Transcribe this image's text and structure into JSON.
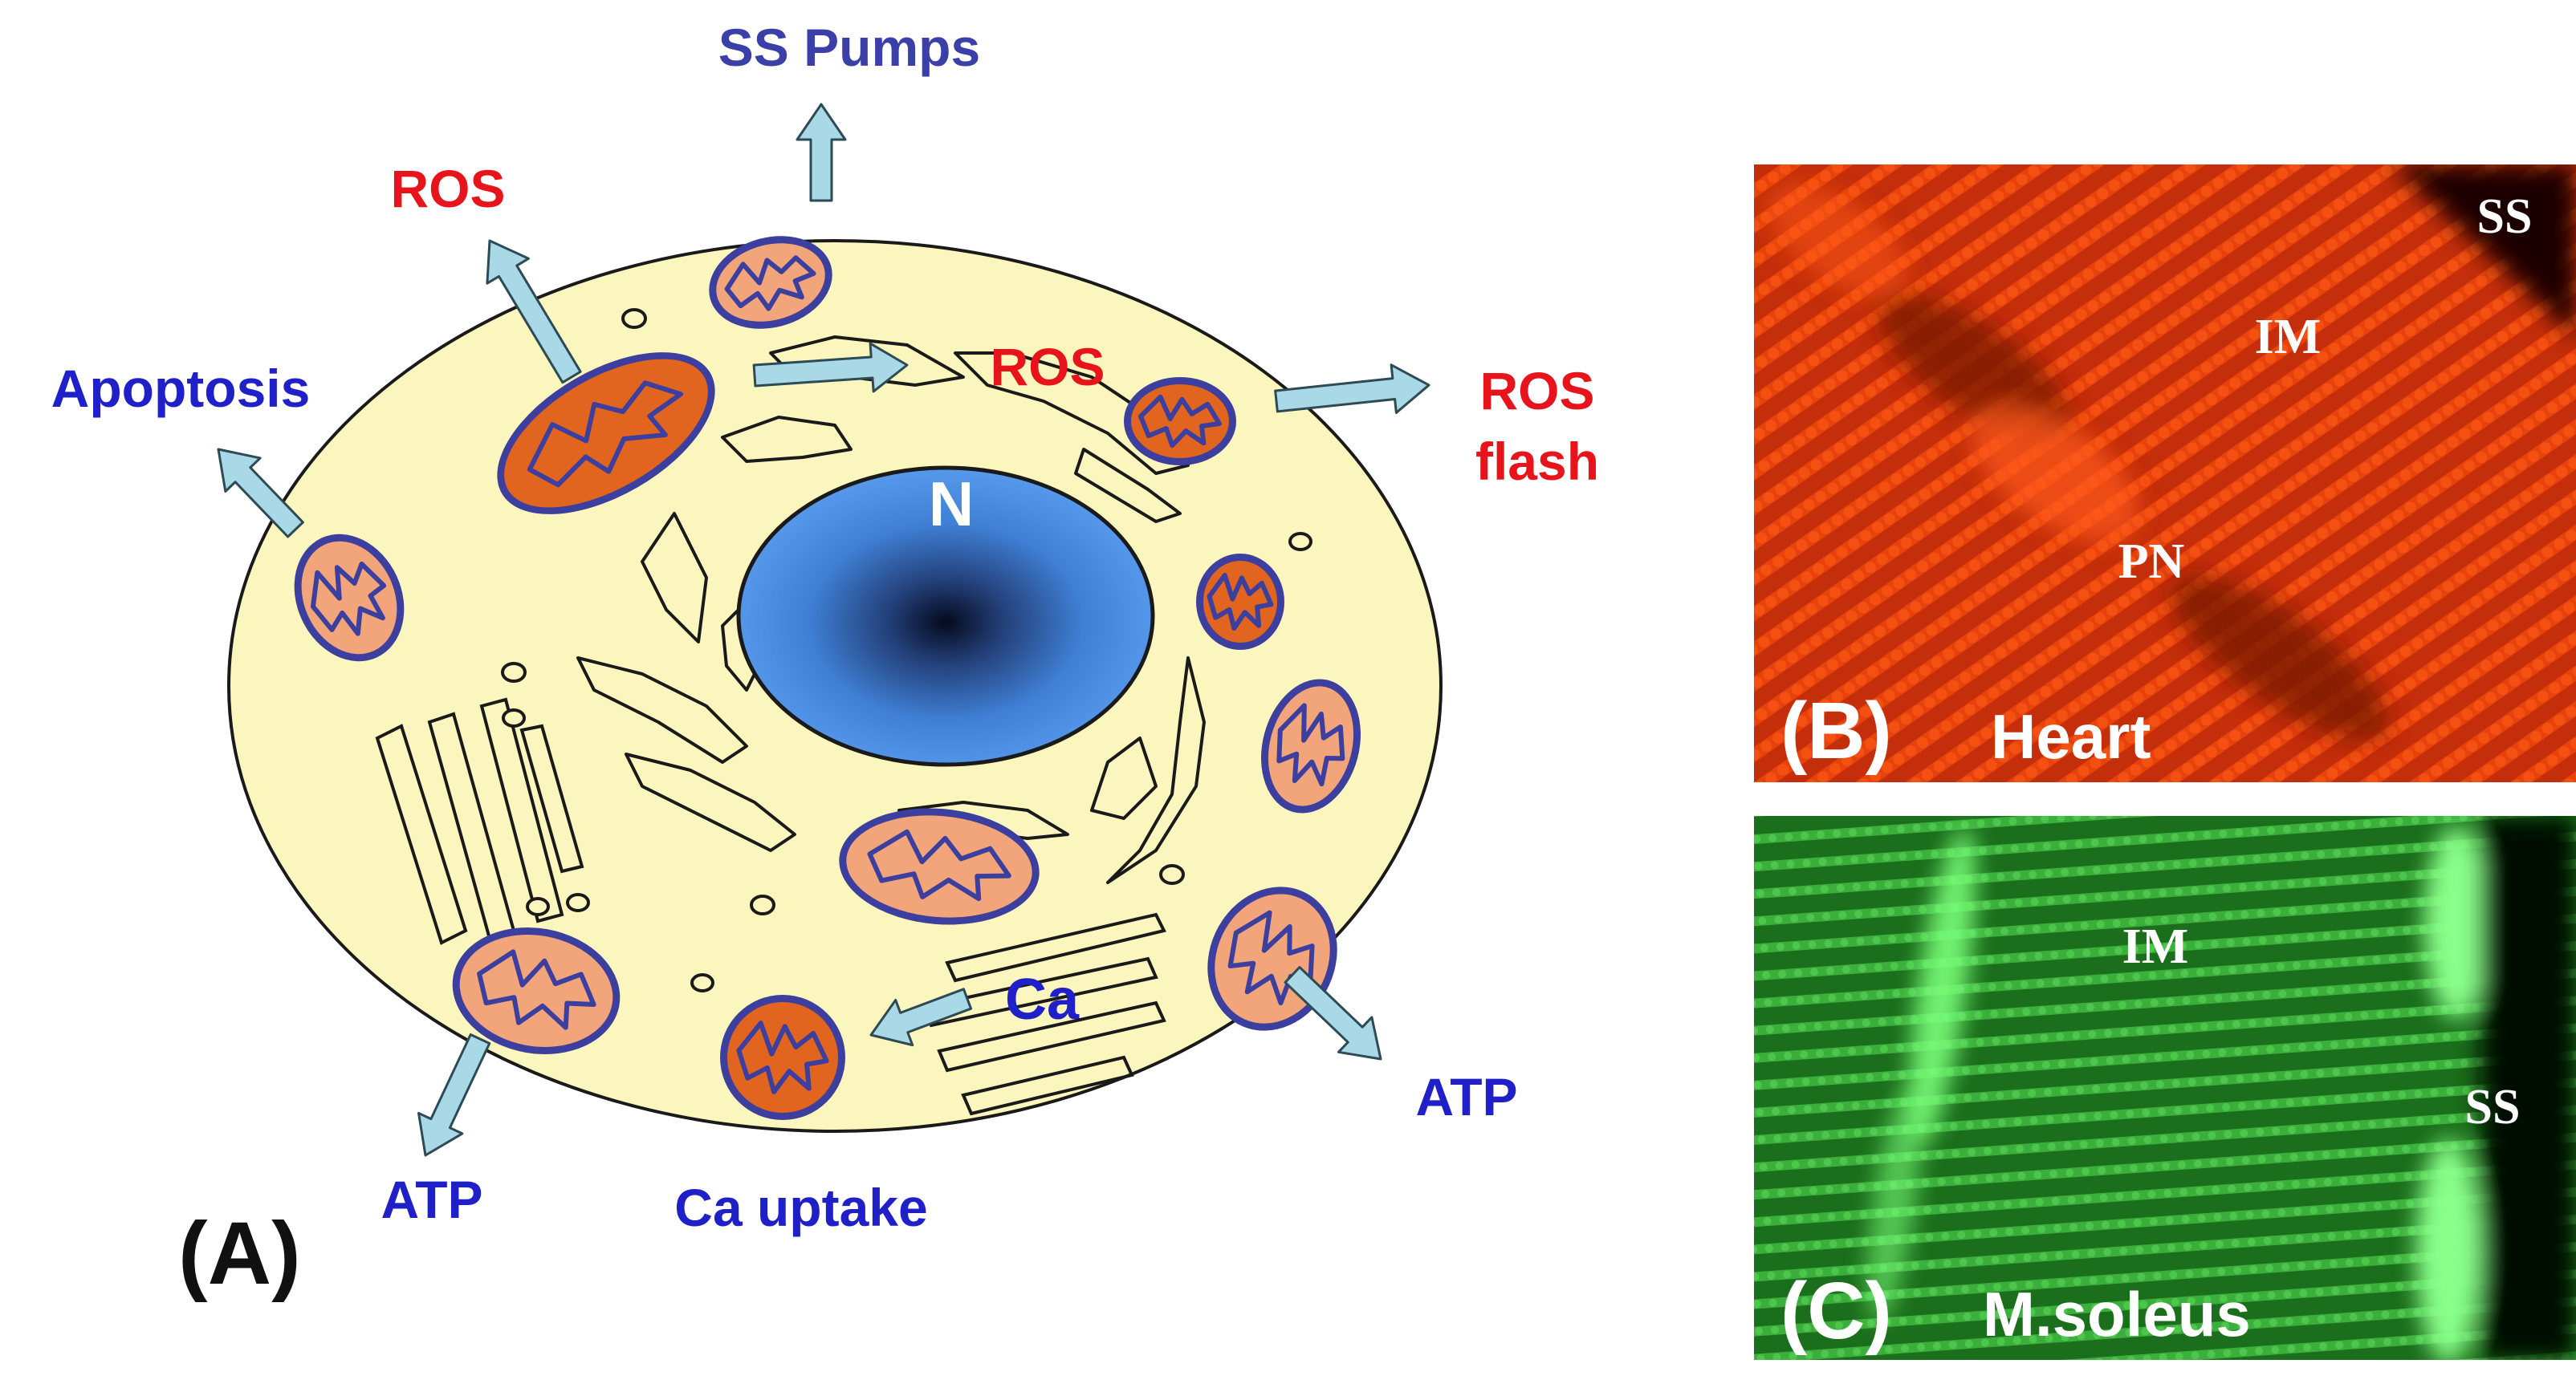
{
  "panels": {
    "a": {
      "panel_label": "(A)",
      "nucleus_label": "N",
      "labels": {
        "ss_pumps": "SS Pumps",
        "ros_top": "ROS",
        "ros_mid": "ROS",
        "ros_flash_1": "ROS",
        "ros_flash_2": "flash",
        "apoptosis": "Apoptosis",
        "atp_left": "ATP",
        "atp_right": "ATP",
        "ca": "Ca",
        "ca_uptake": "Ca uptake"
      }
    },
    "b": {
      "panel_label": "(B)",
      "tissue": "Heart",
      "labels": {
        "ss": "SS",
        "im": "IM",
        "pn": "PN"
      }
    },
    "c": {
      "panel_label": "(C)",
      "tissue": "M.soleus",
      "labels": {
        "im": "IM",
        "ss": "SS"
      }
    }
  },
  "colors": {
    "red_label": "#e8141b",
    "blue_label": "#2020c8",
    "pumps_label": "#3b3fa8",
    "cytoplasm": "#fbf6bd",
    "mito_outer": "#3c3f9e",
    "mito_fill": "#e2651f",
    "mito_pale": "#f2a47a",
    "nucleus": "#4a8fe6",
    "arrow": "#a9d8e6",
    "heart_bg": "#b82807",
    "soleus_bg": "#1f7a1f"
  }
}
